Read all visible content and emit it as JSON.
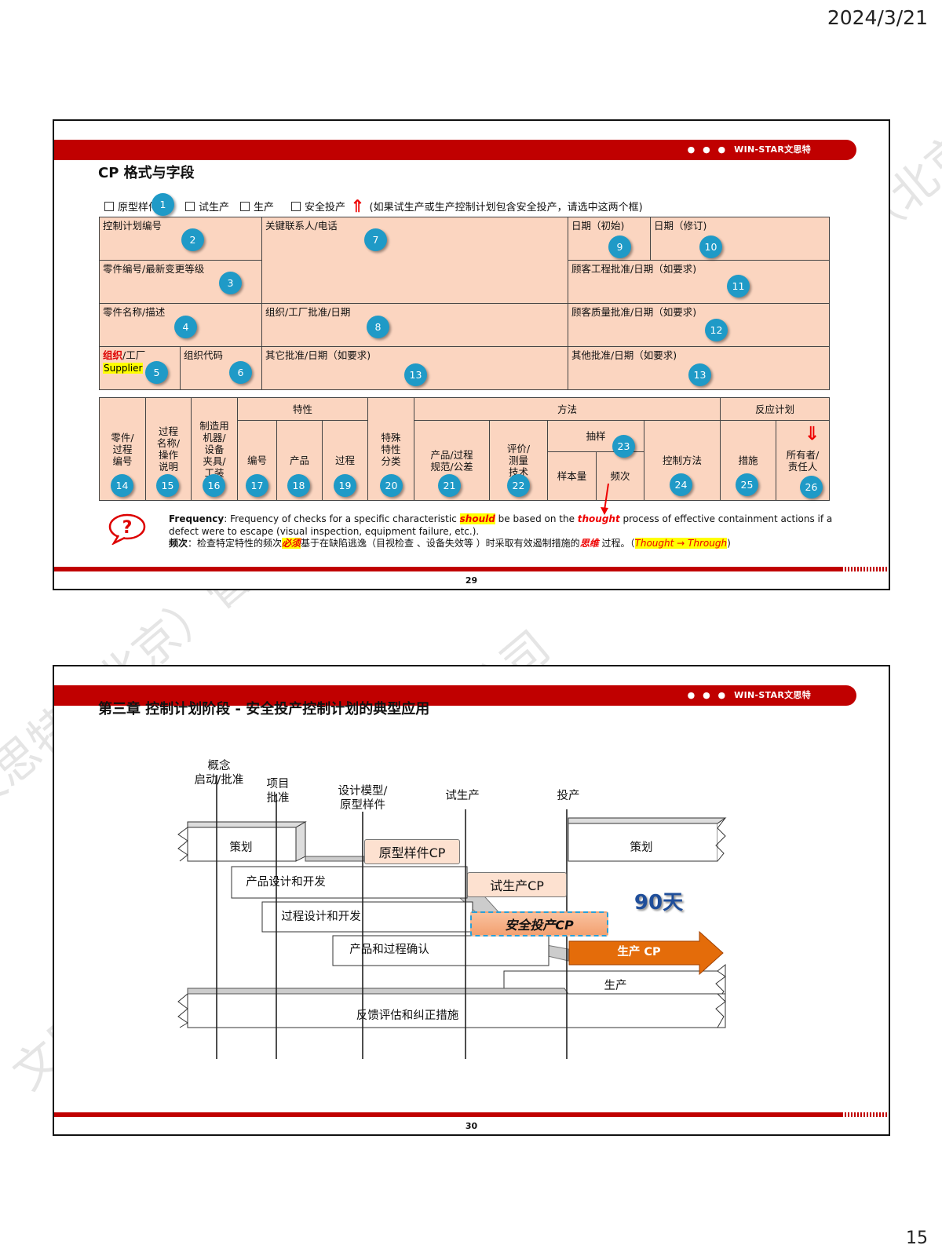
{
  "page": {
    "date": "2024/3/21",
    "number": "15",
    "watermark": "文思特（北京）管理咨询有限公司"
  },
  "brand": {
    "dots": "● ● ●",
    "name": "WIN-STAR文思特"
  },
  "slide1": {
    "title": "CP 格式与字段",
    "checkboxes": [
      "原型样件",
      "试生产",
      "生产",
      "安全投产"
    ],
    "checkbox_note": "(如果试生产或生产控制计划包含安全投产，请选中这两个框)",
    "fields": {
      "control_plan_no": "控制计划编号",
      "key_contact": "关键联系人/电话",
      "date_orig": "日期（初始)",
      "date_rev": "日期（修订)",
      "part_no": "零件编号/最新变更等级",
      "cust_eng": "顾客工程批准/日期（如要求)",
      "part_name": "零件名称/描述",
      "org_approval": "组织/工厂批准/日期",
      "cust_quality": "顾客质量批准/日期（如要求)",
      "org_plant_a": "组织",
      "org_plant_b": "/工厂",
      "supplier": "Supplier",
      "org_code": "组织代码",
      "other_approval": "其它批准/日期（如要求)",
      "other_approval2": "其他批准/日期（如要求)"
    },
    "headers": {
      "part_process_no": "零件/\n过程\n编号",
      "process_name": "过程\n名称/\n操作\n说明",
      "machine": "制造用\n机器/\n设备\n夹具/\n工装",
      "characteristics": "特性",
      "char_no": "编号",
      "product": "产品",
      "process": "过程",
      "special_class": "特殊\n特性\n分类",
      "methods": "方法",
      "spec": "产品/过程\n规范/公差",
      "eval": "评价/\n测量\n技术",
      "sample": "抽样",
      "sample_size": "样本量",
      "frequency": "频次",
      "control_method": "控制方法",
      "reaction": "反应计划",
      "measures": "措施",
      "owner": "所有者/\n责任人"
    },
    "badges": [
      "1",
      "2",
      "3",
      "4",
      "5",
      "6",
      "7",
      "8",
      "9",
      "10",
      "11",
      "12",
      "13",
      "13",
      "14",
      "15",
      "16",
      "17",
      "18",
      "19",
      "20",
      "21",
      "22",
      "23",
      "24",
      "25",
      "26"
    ],
    "note": {
      "en_label": "Frequency",
      "en_1": ": Frequency of checks for a specific characteristic ",
      "en_should": "should",
      "en_2": " be based on the ",
      "en_thought": "thought",
      "en_3": " process of effective containment actions if a defect were to escape (visual inspection, equipment failure, etc.).",
      "cn_label": "频次",
      "cn_1": "：检查特定特性的频次",
      "cn_must": "必须",
      "cn_2": "基于在缺陷逃逸（目视检查 、设备失效等 ）时采取有效遏制措施的",
      "cn_think": "思维",
      "cn_3": " 过程。（",
      "cn_thought_through": "Thought → Through",
      "cn_4": ")"
    },
    "slide_no": "29"
  },
  "slide2": {
    "title": "第三章 控制计划阶段 - 安全投产控制计划的典型应用",
    "milestones": [
      "概念\n启动/批准",
      "项目\n批准",
      "设计模型/\n原型样件",
      "试生产",
      "投产"
    ],
    "bands": {
      "plan_left": "策划",
      "plan_right": "策划",
      "product_design": "产品设计和开发",
      "process_design": "过程设计和开发",
      "validation": "产品和过程确认",
      "production": "生产",
      "feedback": "反馈评估和纠正措施"
    },
    "cp": {
      "prototype": "原型样件CP",
      "prelaunch": "试生产CP",
      "safe_launch": "安全投产CP",
      "production": "生产 CP",
      "days": "90天"
    },
    "slide_no": "30"
  },
  "colors": {
    "brand_red": "#c00000",
    "cell_fill": "#fbd5c0",
    "badge": "#1f9ac7",
    "production_arrow": "#e46c0a"
  }
}
